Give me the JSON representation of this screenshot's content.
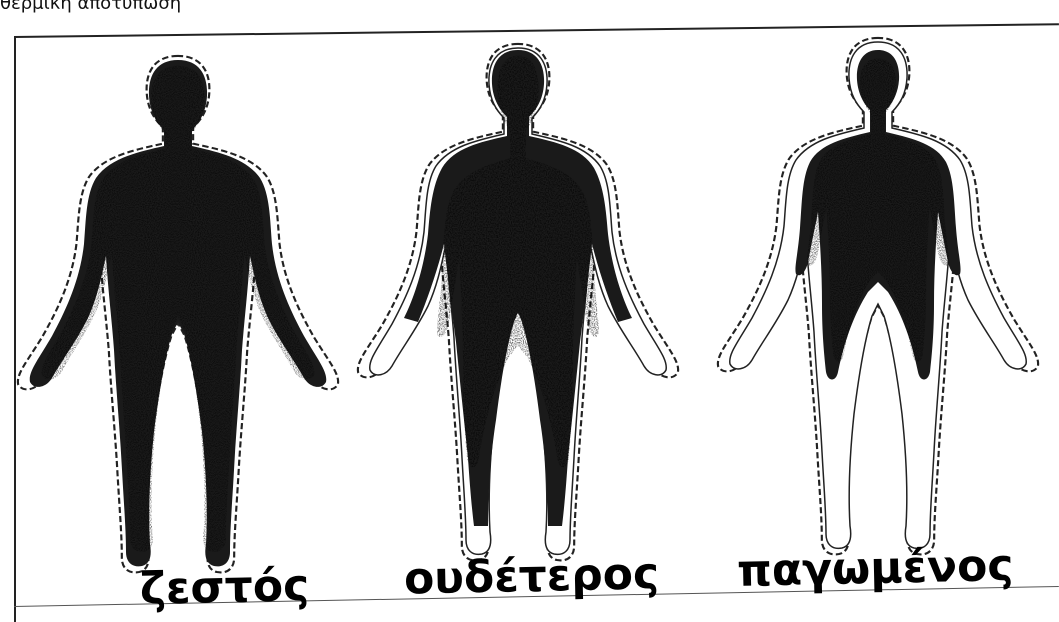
{
  "caption": "θερμική αποτύπωση",
  "figures": [
    {
      "label": "ζεστός"
    },
    {
      "label": "ουδέτερος"
    },
    {
      "label": "παγωμένος"
    }
  ]
}
